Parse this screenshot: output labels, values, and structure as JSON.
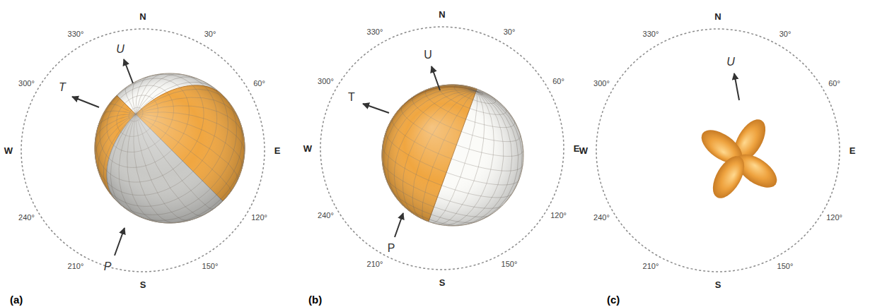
{
  "diagram": {
    "labels": [
      "N",
      "30°",
      "60°",
      "E",
      "120°",
      "150°",
      "S",
      "210°",
      "240°",
      "W",
      "300°",
      "330°",
      "U",
      "T",
      "P",
      "(a)",
      "N",
      "30°",
      "60°",
      "E",
      "120°",
      "150°",
      "S",
      "210°",
      "240°",
      "W",
      "300°",
      "330°",
      "U",
      "T",
      "P",
      "(b)",
      "N",
      "30°",
      "60°",
      "E",
      "120°",
      "150°",
      "S",
      "210°",
      "240°",
      "W",
      "300°",
      "330°",
      "U",
      "(c)"
    ]
  }
}
